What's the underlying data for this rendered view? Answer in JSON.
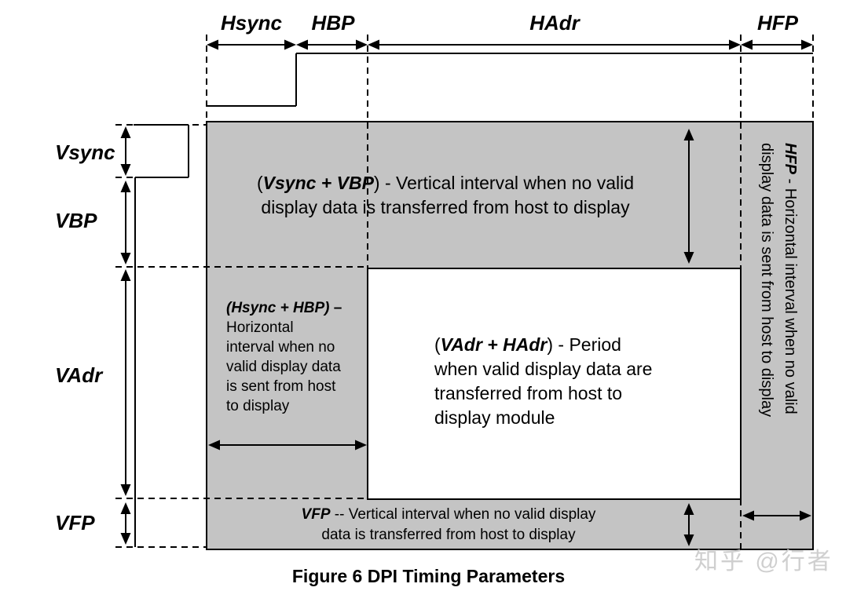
{
  "colors": {
    "blanking_fill": "#c4c4c4",
    "active_fill": "#ffffff",
    "line": "#000000",
    "watermark_text": "#cfcfcf"
  },
  "top_axis": {
    "hsync": "Hsync",
    "hbp": "HBP",
    "hadr": "HAdr",
    "hfp": "HFP"
  },
  "left_axis": {
    "vsync": "Vsync",
    "vbp": "VBP",
    "vadr": "VAdr",
    "vfp": "VFP"
  },
  "vertical_blanking": {
    "pre": "(",
    "term": "Vsync + VBP",
    "post": ") - Vertical interval when no valid",
    "line2": "display data is transferred from host to display"
  },
  "horizontal_blanking": {
    "term": "(Hsync + HBP)",
    "dash": " –",
    "lines": [
      "Horizontal",
      "interval when no",
      "valid display data",
      "is sent from host",
      "to display"
    ]
  },
  "active_area": {
    "pre": "(",
    "term": "VAdr + HAdr",
    "post": ") - Period",
    "lines": [
      "when valid display data are",
      "transferred from host to",
      "display module"
    ]
  },
  "vfp_strip": {
    "term": "VFP",
    "post": " -- Vertical interval when no valid display",
    "line2": "data is transferred from host to display"
  },
  "hfp_column": {
    "term": "HFP",
    "post": " - Horizontal interval when no valid",
    "line2": "display data is sent from host to display"
  },
  "caption": "Figure 6 DPI Timing Parameters",
  "watermark": "知乎 @行者"
}
